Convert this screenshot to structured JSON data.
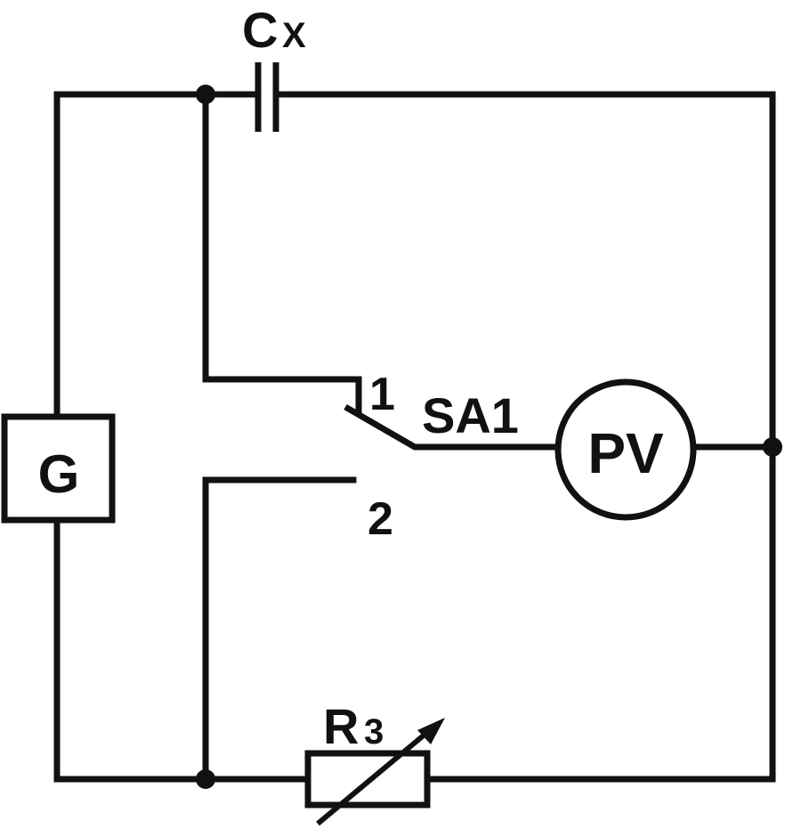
{
  "diagram": {
    "capacitor": {
      "label": "C",
      "subscript": "X"
    },
    "generator": {
      "label": "G"
    },
    "switch": {
      "label": "SA1",
      "position_1": "1",
      "position_2": "2"
    },
    "voltmeter": {
      "label": "PV"
    },
    "resistor": {
      "label": "R",
      "subscript": "3"
    }
  },
  "colors": {
    "ink": "#111111",
    "background": "#ffffff"
  }
}
